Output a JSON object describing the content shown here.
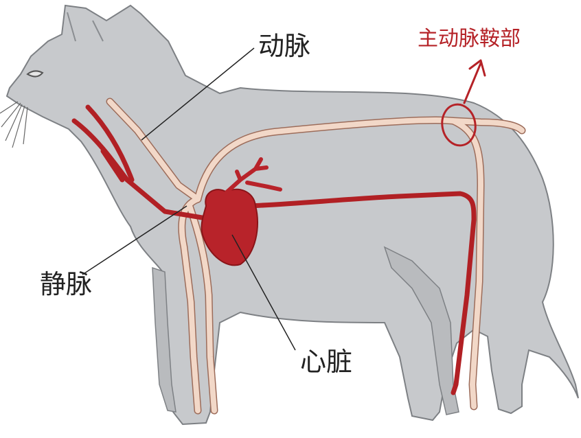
{
  "labels": {
    "artery": "动脉",
    "vein": "静脉",
    "heart": "心脏",
    "aortic_saddle": "主动脉鞍部"
  },
  "colors": {
    "body_fill": "#c7c9cc",
    "body_outline": "#7d8084",
    "artery_color": "#f2d8c8",
    "vein_color": "#b12024",
    "heart_color": "#b8232a",
    "highlight": "#b52227",
    "text": "#222222"
  }
}
